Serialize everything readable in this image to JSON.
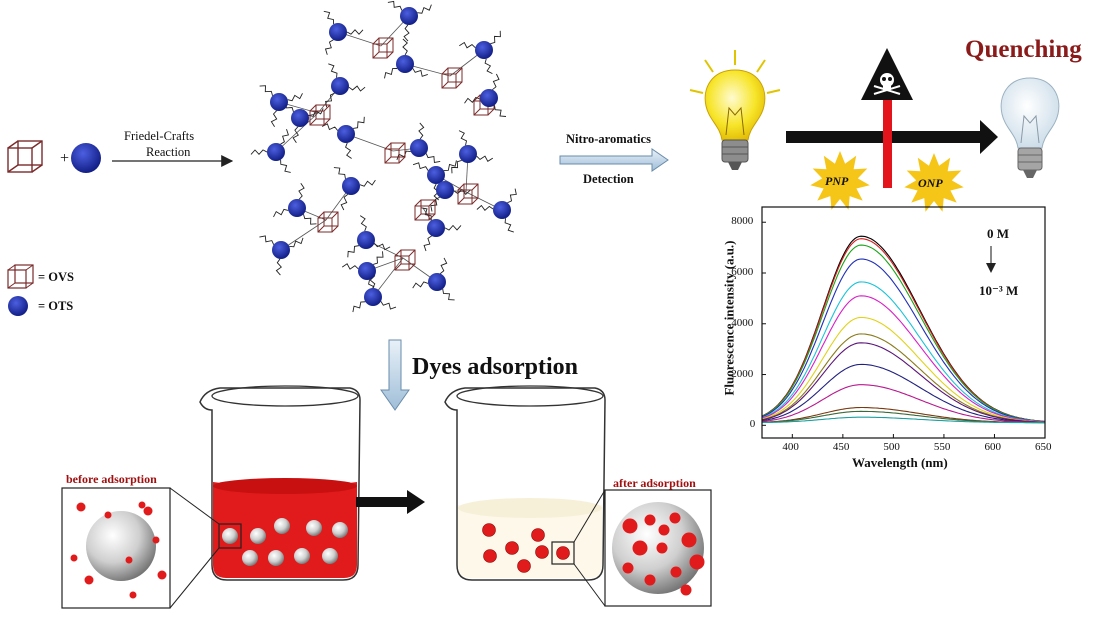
{
  "labels": {
    "reaction_line1": "Friedel-Crafts",
    "reaction_line2": "Reaction",
    "plus": "+",
    "detection_line1": "Nitro-aromatics",
    "detection_line2": "Detection",
    "legend_ovs": "= OVS",
    "legend_ots": "= OTS",
    "quenching": "Quenching",
    "dyes_adsorption": "Dyes adsorption",
    "before_adsorption": "before adsorption",
    "after_adsorption": "after adsorption",
    "pnp": "PNP",
    "onp": "ONP"
  },
  "colors": {
    "ots_blue": "#1d2fa8",
    "dye_red": "#e11b1b",
    "quench_title": "#8b1a1a",
    "bulb_yellow": "#f7e52a",
    "star_yellow": "#f5c518"
  },
  "chart_data": {
    "type": "line",
    "xlabel": "Wavelength (nm)",
    "ylabel": "Fluorescence intensity (a.u.)",
    "xlim": [
      370,
      650
    ],
    "ylim": [
      -500,
      8600
    ],
    "xticks": [
      400,
      450,
      500,
      550,
      600,
      650
    ],
    "yticks": [
      0,
      2000,
      4000,
      6000,
      8000
    ],
    "annotation_top": "0 M",
    "annotation_bottom": "10⁻³ M",
    "grid": false,
    "series": [
      {
        "peak": 7350,
        "color": "#000000"
      },
      {
        "peak": 7250,
        "color": "#d42020"
      },
      {
        "peak": 7000,
        "color": "#1aa31a"
      },
      {
        "peak": 6450,
        "color": "#1f2fb8"
      },
      {
        "peak": 5550,
        "color": "#19c3d8"
      },
      {
        "peak": 5000,
        "color": "#d81fc8"
      },
      {
        "peak": 4150,
        "color": "#e0d21a"
      },
      {
        "peak": 3500,
        "color": "#8a7a1a"
      },
      {
        "peak": 3150,
        "color": "#5a1478"
      },
      {
        "peak": 2300,
        "color": "#202080"
      },
      {
        "peak": 1500,
        "color": "#b8188e"
      },
      {
        "peak": 600,
        "color": "#7a3a10"
      },
      {
        "peak": 450,
        "color": "#3a6a3a"
      },
      {
        "peak": 220,
        "color": "#1fa0a0"
      }
    ]
  }
}
